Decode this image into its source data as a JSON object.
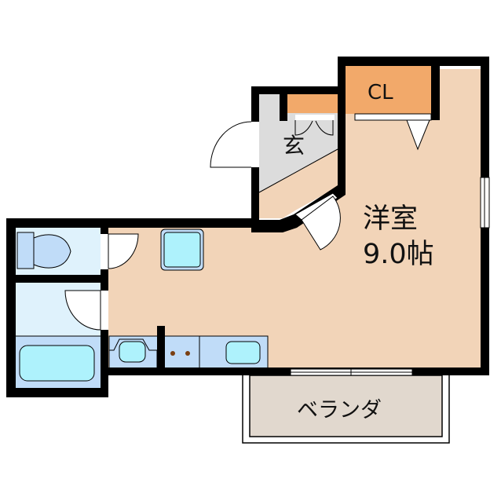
{
  "plan": {
    "rooms": [
      {
        "id": "western-room",
        "name": "洋室",
        "size": "9.0帖"
      },
      {
        "id": "closet",
        "name": "CL"
      },
      {
        "id": "entrance",
        "name": "玄"
      },
      {
        "id": "balcony",
        "name": "ベランダ"
      },
      {
        "id": "toilet",
        "name": ""
      },
      {
        "id": "washroom",
        "name": ""
      },
      {
        "id": "bathroom",
        "name": ""
      },
      {
        "id": "kitchen",
        "name": ""
      }
    ],
    "colors": {
      "room": "#f2d4b8",
      "closet": "#f2a96a",
      "entrance": "#dcdcdc",
      "wet_area": "#dff2fc",
      "fixture": "#c0dcf8",
      "fixture_inner": "#aef2fc",
      "balcony": "#e1d8ce",
      "wall": "#000000",
      "stove_burner": "#7a3f12"
    }
  }
}
